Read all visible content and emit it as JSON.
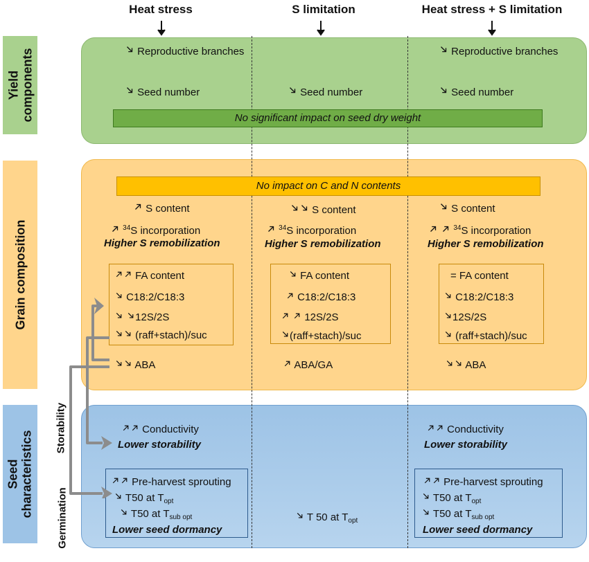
{
  "headers": {
    "heat": "Heat stress",
    "slim": "S limitation",
    "both": "Heat stress + S limitation"
  },
  "side_labels": {
    "yield": "Yield components",
    "grain": "Grain composition",
    "seed": "Seed characteristics"
  },
  "sub_labels": {
    "storability": "Storability",
    "germination": "Germination"
  },
  "banners": {
    "yield": "No significant impact on seed dry weight",
    "grain": "No impact on C and N contents"
  },
  "yield": {
    "heat": [
      "Reproductive branches",
      "Seed number"
    ],
    "slim": [
      "Seed number"
    ],
    "both": [
      "Reproductive branches",
      "Seed number"
    ]
  },
  "grain": {
    "heat": {
      "s_content": "S content",
      "s_inc": "S incorporation",
      "s_sup": "34",
      "remob": "Higher S remobilization",
      "box": [
        "FA content",
        "C18:2/C18:3",
        "12S/2S",
        "(raff+stach)/suc"
      ],
      "hormone": "ABA"
    },
    "slim": {
      "s_content": "S content",
      "s_inc": "S incorporation",
      "s_sup": "34",
      "remob": "Higher S remobilization",
      "box": [
        "FA content",
        "C18:2/C18:3",
        "12S/2S",
        "(raff+stach)/suc"
      ],
      "hormone": "ABA/GA"
    },
    "both": {
      "s_content": "S content",
      "s_inc": "S incorporation",
      "s_sup": "34",
      "remob": "Higher S remobilization",
      "box": [
        "= FA content",
        "C18:2/C18:3",
        "12S/2S",
        "(raff+stach)/suc"
      ],
      "hormone": "ABA"
    }
  },
  "seed": {
    "heat": {
      "cond": "Conductivity",
      "stor": "Lower storability",
      "sprout": "Pre-harvest sprouting",
      "t50": "T50 at T",
      "opt": "opt",
      "sub_opt": "sub opt",
      "dorm": "Lower seed dormancy"
    },
    "slim": {
      "t50": "T 50 at T",
      "opt": "opt"
    },
    "both": {
      "cond": "Conductivity",
      "stor": "Lower storability",
      "sprout": "Pre-harvest sprouting",
      "t50": "T50 at T",
      "opt": "opt",
      "sub_opt": "sub opt",
      "dorm": "Lower seed dormancy"
    }
  },
  "colors": {
    "yield_bg": "#a9d18e",
    "yield_banner": "#70ad47",
    "grain_bg": "#ffd58c",
    "grain_banner": "#ffc000",
    "seed_bg": "#9dc3e6",
    "seed_side": "#9dc3e6",
    "connector": "#8c8c8c"
  }
}
